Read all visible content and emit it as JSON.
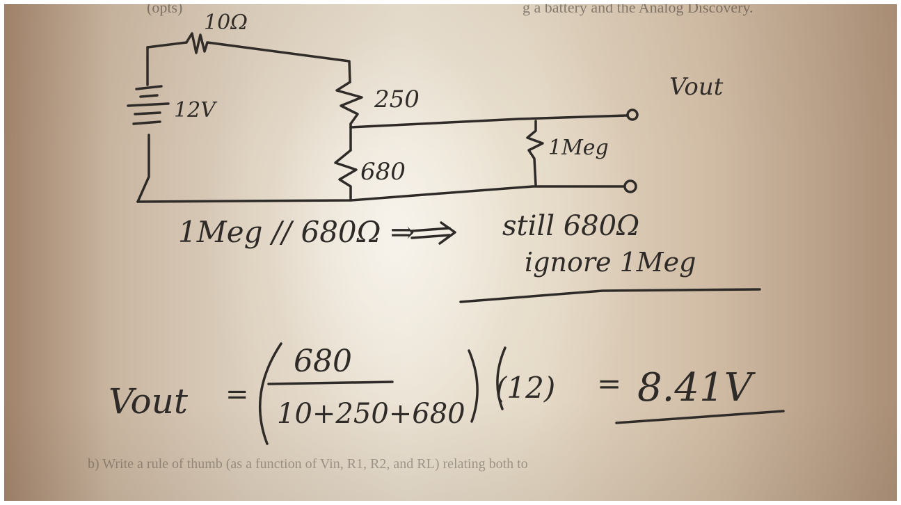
{
  "printed_text": {
    "top_left": "(opts)",
    "top_right": "g a battery and the Analog Discovery.",
    "bottom": "b) Write a rule of thumb (as a function of Vin, R1, R2, and RL) relating both to"
  },
  "handwritten": {
    "r_top": "10Ω",
    "battery": "12V",
    "r_250": "250",
    "r_680": "680",
    "r_1meg": "1Meg",
    "vout_label": "Vout",
    "parallel_note": "1Meg // 680Ω ⇒",
    "still": "still 680Ω",
    "ignore": "ignore 1Meg",
    "vout_eq_lhs": "Vout",
    "equals1": "=",
    "numerator": "680",
    "denominator": "10+250+680",
    "factor": "(12)",
    "equals2": "=",
    "result": "8.41V"
  },
  "colors": {
    "ink": "#2e2a27",
    "print": "#3a332d",
    "paper_light": "#e8dfd0",
    "paper_edge": "#a1826a"
  }
}
